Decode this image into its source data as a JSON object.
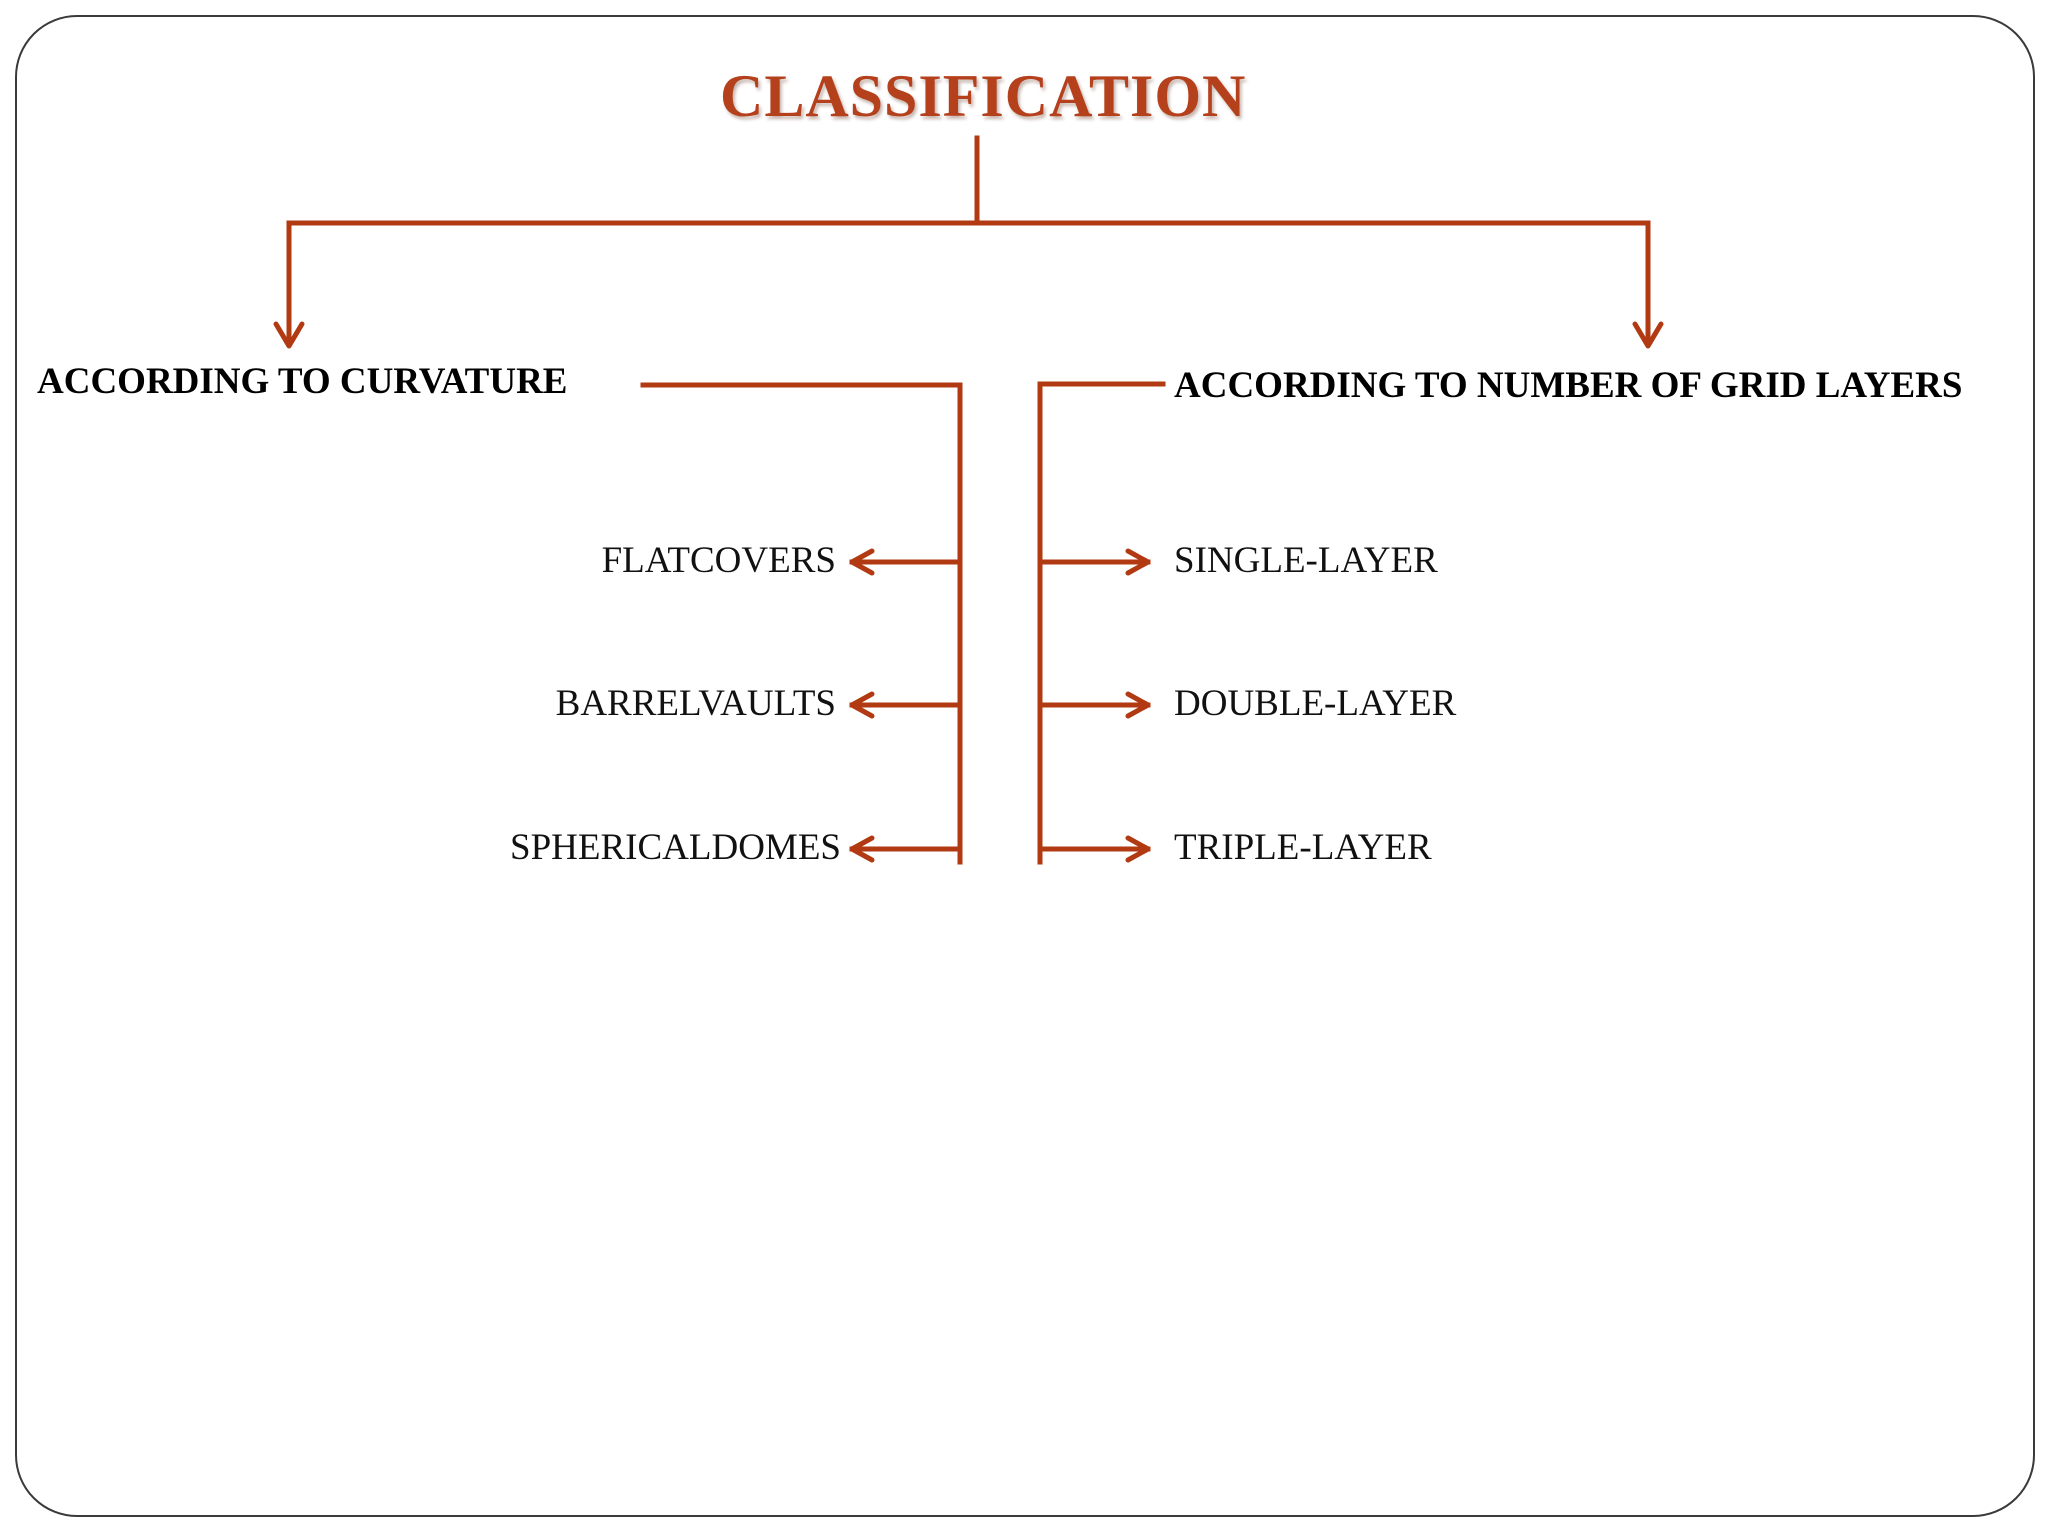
{
  "title": "CLASSIFICATION",
  "colors": {
    "accent": "#b5401c",
    "connector": "#b23a12",
    "text": "#000000"
  },
  "branches": [
    {
      "heading": "ACCORDING TO CURVATURE",
      "items": [
        "FLATCOVERS",
        "BARRELVAULTS",
        "SPHERICALDOMES"
      ]
    },
    {
      "heading": "ACCORDING TO NUMBER OF GRID LAYERS",
      "items": [
        "SINGLE-LAYER",
        "DOUBLE-LAYER",
        "TRIPLE-LAYER"
      ]
    }
  ]
}
